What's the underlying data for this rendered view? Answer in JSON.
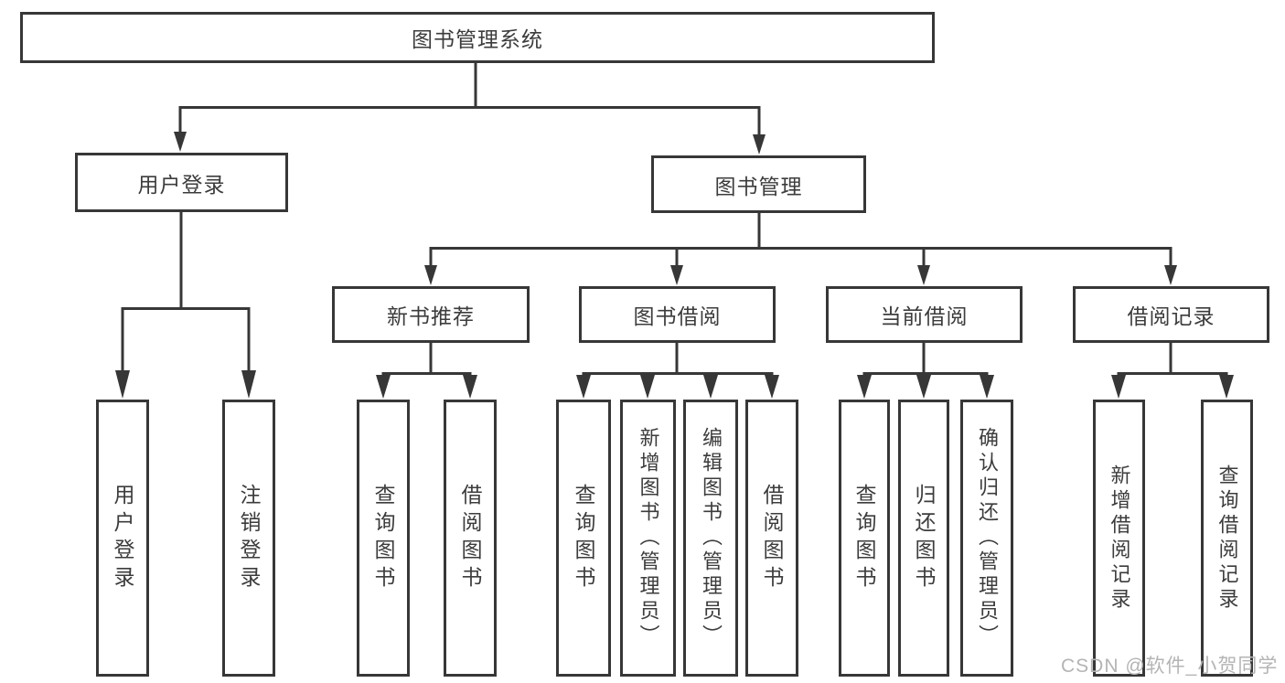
{
  "tree": {
    "root": {
      "label": "图书管理系统"
    },
    "branches": [
      {
        "label": "用户登录",
        "leaves": [
          {
            "label": "用户登录"
          },
          {
            "label": "注销登录"
          }
        ]
      },
      {
        "label": "图书管理",
        "groups": [
          {
            "label": "新书推荐",
            "leaves": [
              {
                "label": "查询图书"
              },
              {
                "label": "借阅图书"
              }
            ]
          },
          {
            "label": "图书借阅",
            "leaves": [
              {
                "label": "查询图书"
              },
              {
                "label": "新增图书（管理员）"
              },
              {
                "label": "编辑图书（管理员）"
              },
              {
                "label": "借阅图书"
              }
            ]
          },
          {
            "label": "当前借阅",
            "leaves": [
              {
                "label": "查询图书"
              },
              {
                "label": "归还图书"
              },
              {
                "label": "确认归还（管理员）"
              }
            ]
          },
          {
            "label": "借阅记录",
            "leaves": [
              {
                "label": "新增借阅记录"
              },
              {
                "label": "查询借阅记录"
              }
            ]
          }
        ]
      }
    ]
  },
  "watermark": {
    "text": "CSDN @软件_小贺同学"
  },
  "colors": {
    "line": "#373737",
    "box_border": "#373737",
    "text": "#3c3c3c",
    "watermark": "#b4b4b4",
    "background": "#ffffff"
  }
}
